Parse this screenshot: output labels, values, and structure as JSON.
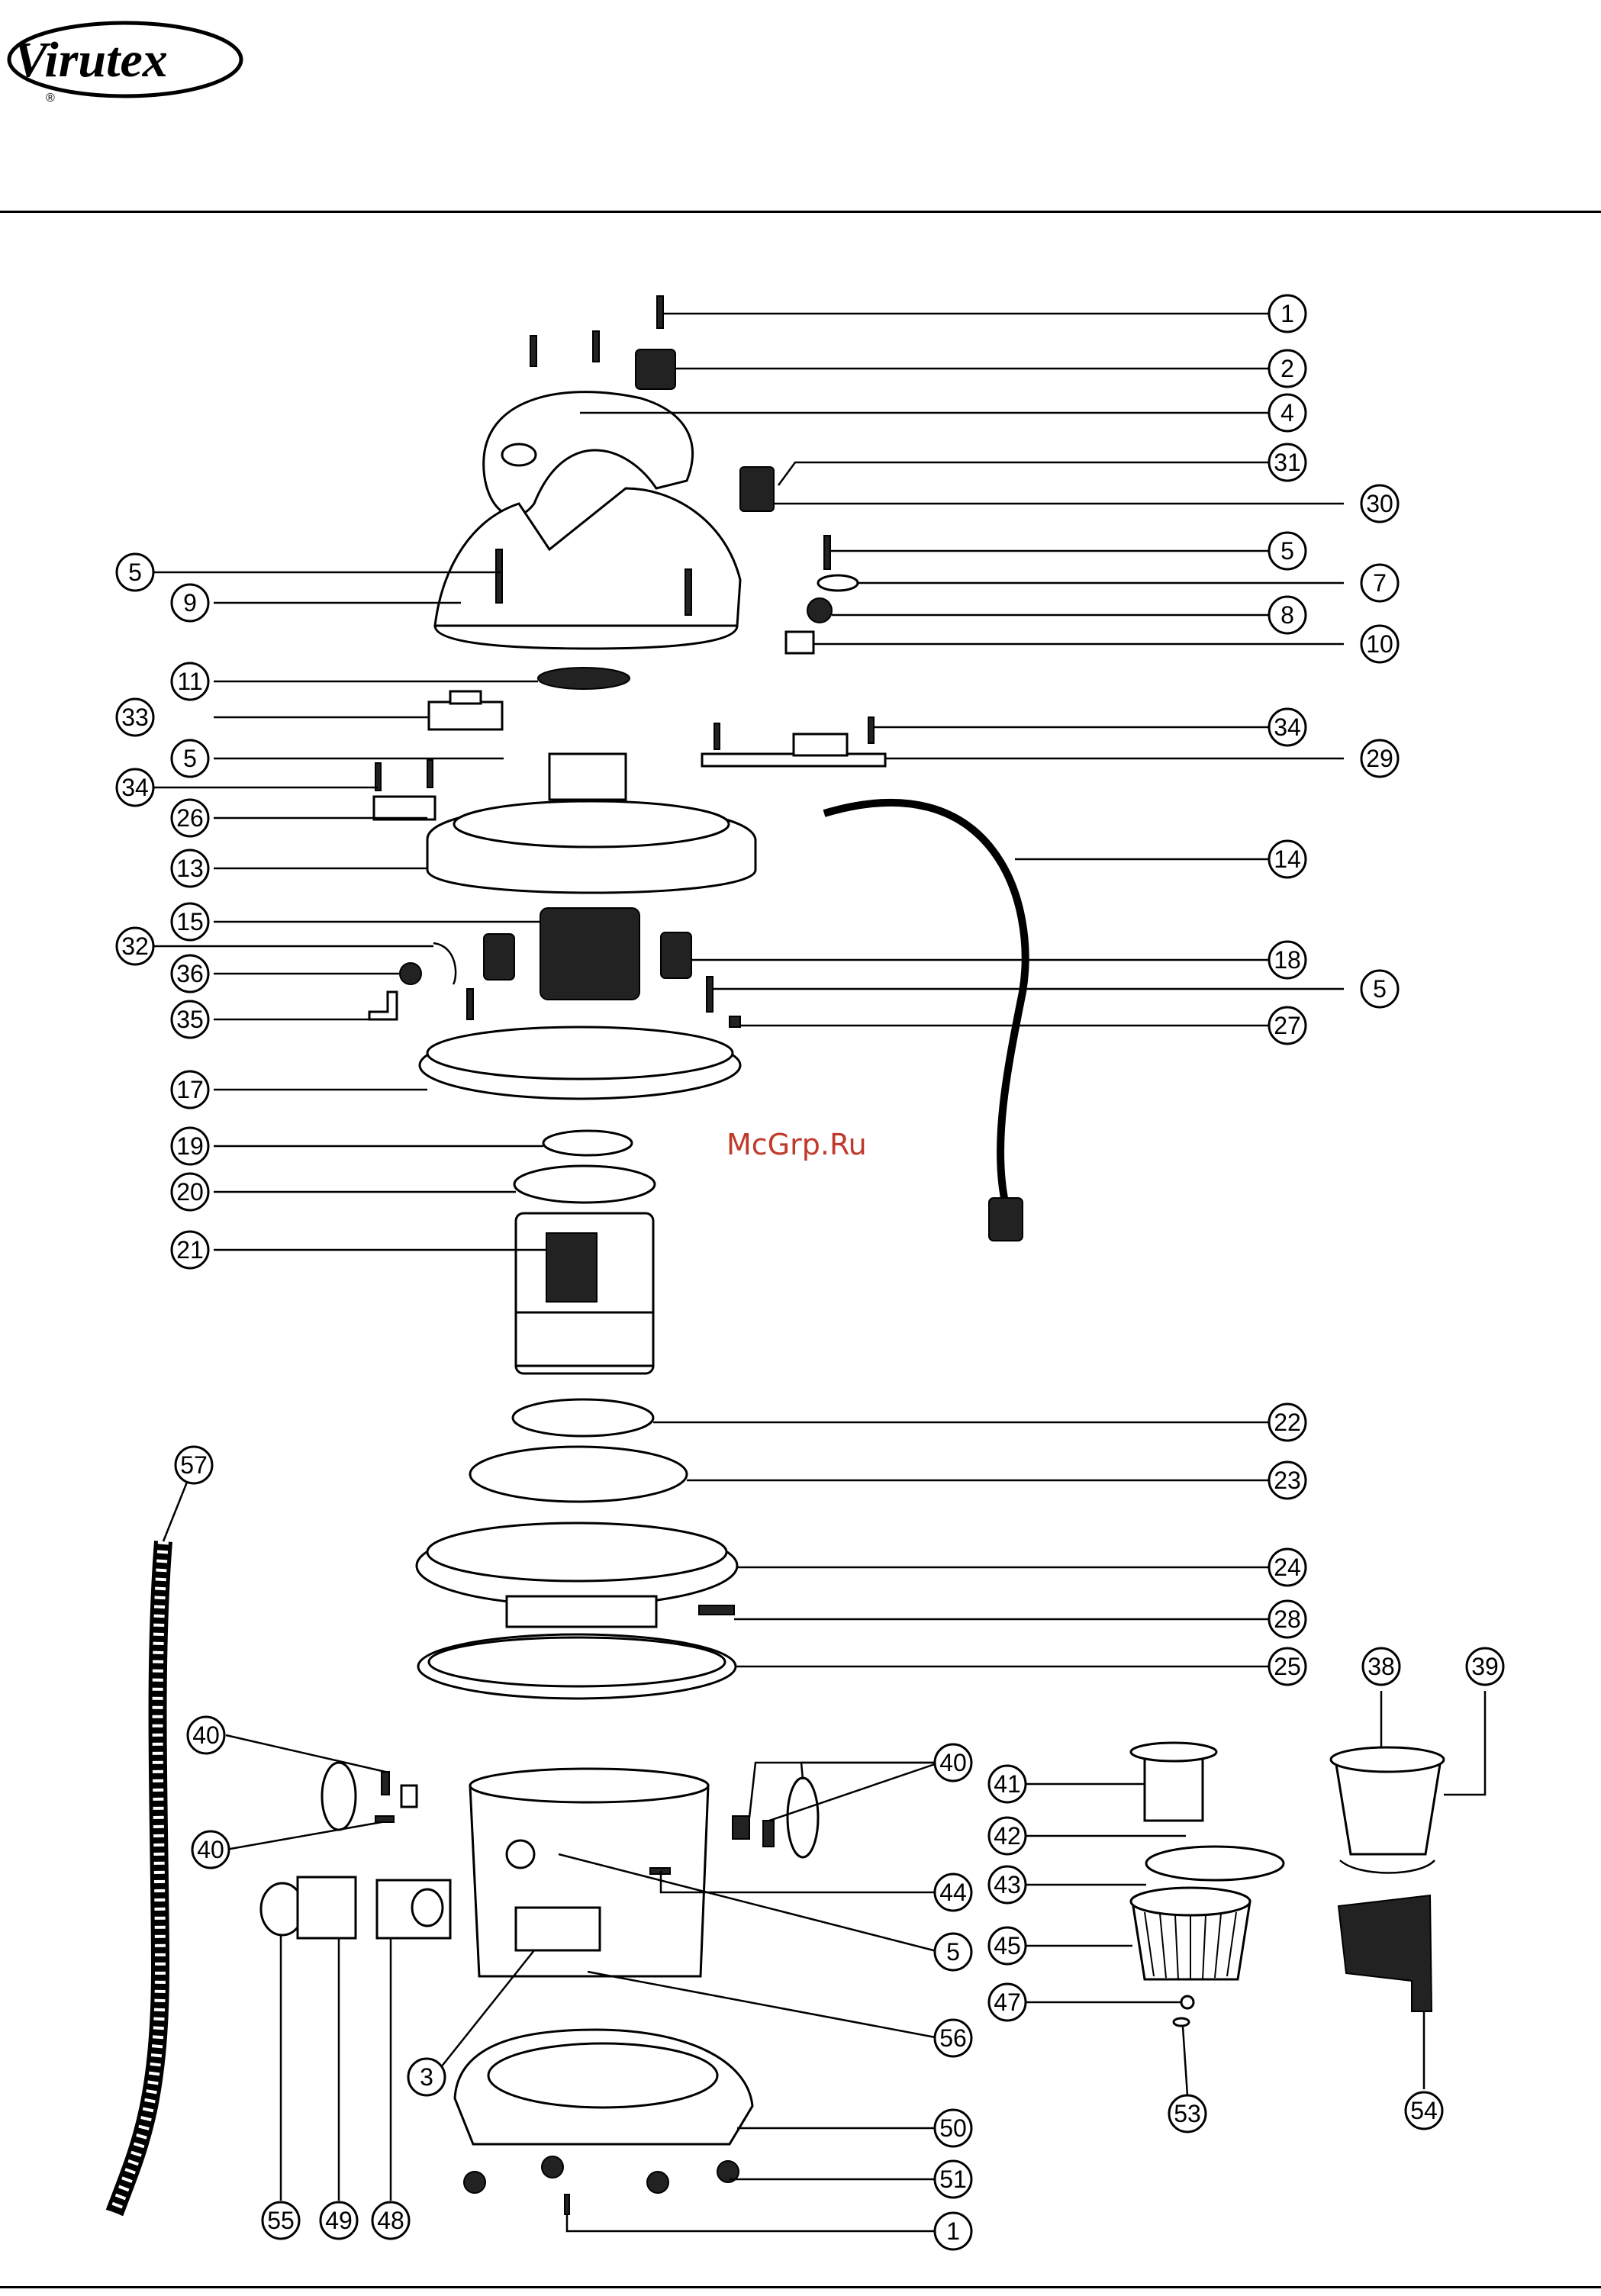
{
  "header": {
    "brand": "Virutex",
    "registered_mark": "®"
  },
  "watermark": "McGrp.Ru",
  "callouts": [
    {
      "id": "c-1-top",
      "label": "1"
    },
    {
      "id": "c-2",
      "label": "2"
    },
    {
      "id": "c-4",
      "label": "4"
    },
    {
      "id": "c-31",
      "label": "31"
    },
    {
      "id": "c-30",
      "label": "30"
    },
    {
      "id": "c-5-a",
      "label": "5"
    },
    {
      "id": "c-7",
      "label": "7"
    },
    {
      "id": "c-8",
      "label": "8"
    },
    {
      "id": "c-10",
      "label": "10"
    },
    {
      "id": "c-34-right",
      "label": "34"
    },
    {
      "id": "c-29",
      "label": "29"
    },
    {
      "id": "c-14",
      "label": "14"
    },
    {
      "id": "c-18",
      "label": "18"
    },
    {
      "id": "c-5-b",
      "label": "5"
    },
    {
      "id": "c-27",
      "label": "27"
    },
    {
      "id": "c-22",
      "label": "22"
    },
    {
      "id": "c-23",
      "label": "23"
    },
    {
      "id": "c-24",
      "label": "24"
    },
    {
      "id": "c-28",
      "label": "28"
    },
    {
      "id": "c-25",
      "label": "25"
    },
    {
      "id": "c-5-left",
      "label": "5"
    },
    {
      "id": "c-9",
      "label": "9"
    },
    {
      "id": "c-11",
      "label": "11"
    },
    {
      "id": "c-33",
      "label": "33"
    },
    {
      "id": "c-5-left2",
      "label": "5"
    },
    {
      "id": "c-34-left",
      "label": "34"
    },
    {
      "id": "c-26",
      "label": "26"
    },
    {
      "id": "c-13",
      "label": "13"
    },
    {
      "id": "c-15",
      "label": "15"
    },
    {
      "id": "c-32",
      "label": "32"
    },
    {
      "id": "c-36",
      "label": "36"
    },
    {
      "id": "c-35",
      "label": "35"
    },
    {
      "id": "c-17",
      "label": "17"
    },
    {
      "id": "c-19",
      "label": "19"
    },
    {
      "id": "c-20",
      "label": "20"
    },
    {
      "id": "c-21",
      "label": "21"
    },
    {
      "id": "c-57",
      "label": "57"
    },
    {
      "id": "c-40-a",
      "label": "40"
    },
    {
      "id": "c-40-b",
      "label": "40"
    },
    {
      "id": "c-40-c",
      "label": "40"
    },
    {
      "id": "c-44",
      "label": "44"
    },
    {
      "id": "c-5-c",
      "label": "5"
    },
    {
      "id": "c-56",
      "label": "56"
    },
    {
      "id": "c-3",
      "label": "3"
    },
    {
      "id": "c-50",
      "label": "50"
    },
    {
      "id": "c-51",
      "label": "51"
    },
    {
      "id": "c-1-bottom",
      "label": "1"
    },
    {
      "id": "c-55",
      "label": "55"
    },
    {
      "id": "c-49",
      "label": "49"
    },
    {
      "id": "c-48",
      "label": "48"
    },
    {
      "id": "c-41",
      "label": "41"
    },
    {
      "id": "c-42",
      "label": "42"
    },
    {
      "id": "c-43",
      "label": "43"
    },
    {
      "id": "c-45",
      "label": "45"
    },
    {
      "id": "c-47",
      "label": "47"
    },
    {
      "id": "c-53",
      "label": "53"
    },
    {
      "id": "c-38",
      "label": "38"
    },
    {
      "id": "c-39",
      "label": "39"
    },
    {
      "id": "c-54",
      "label": "54"
    }
  ]
}
